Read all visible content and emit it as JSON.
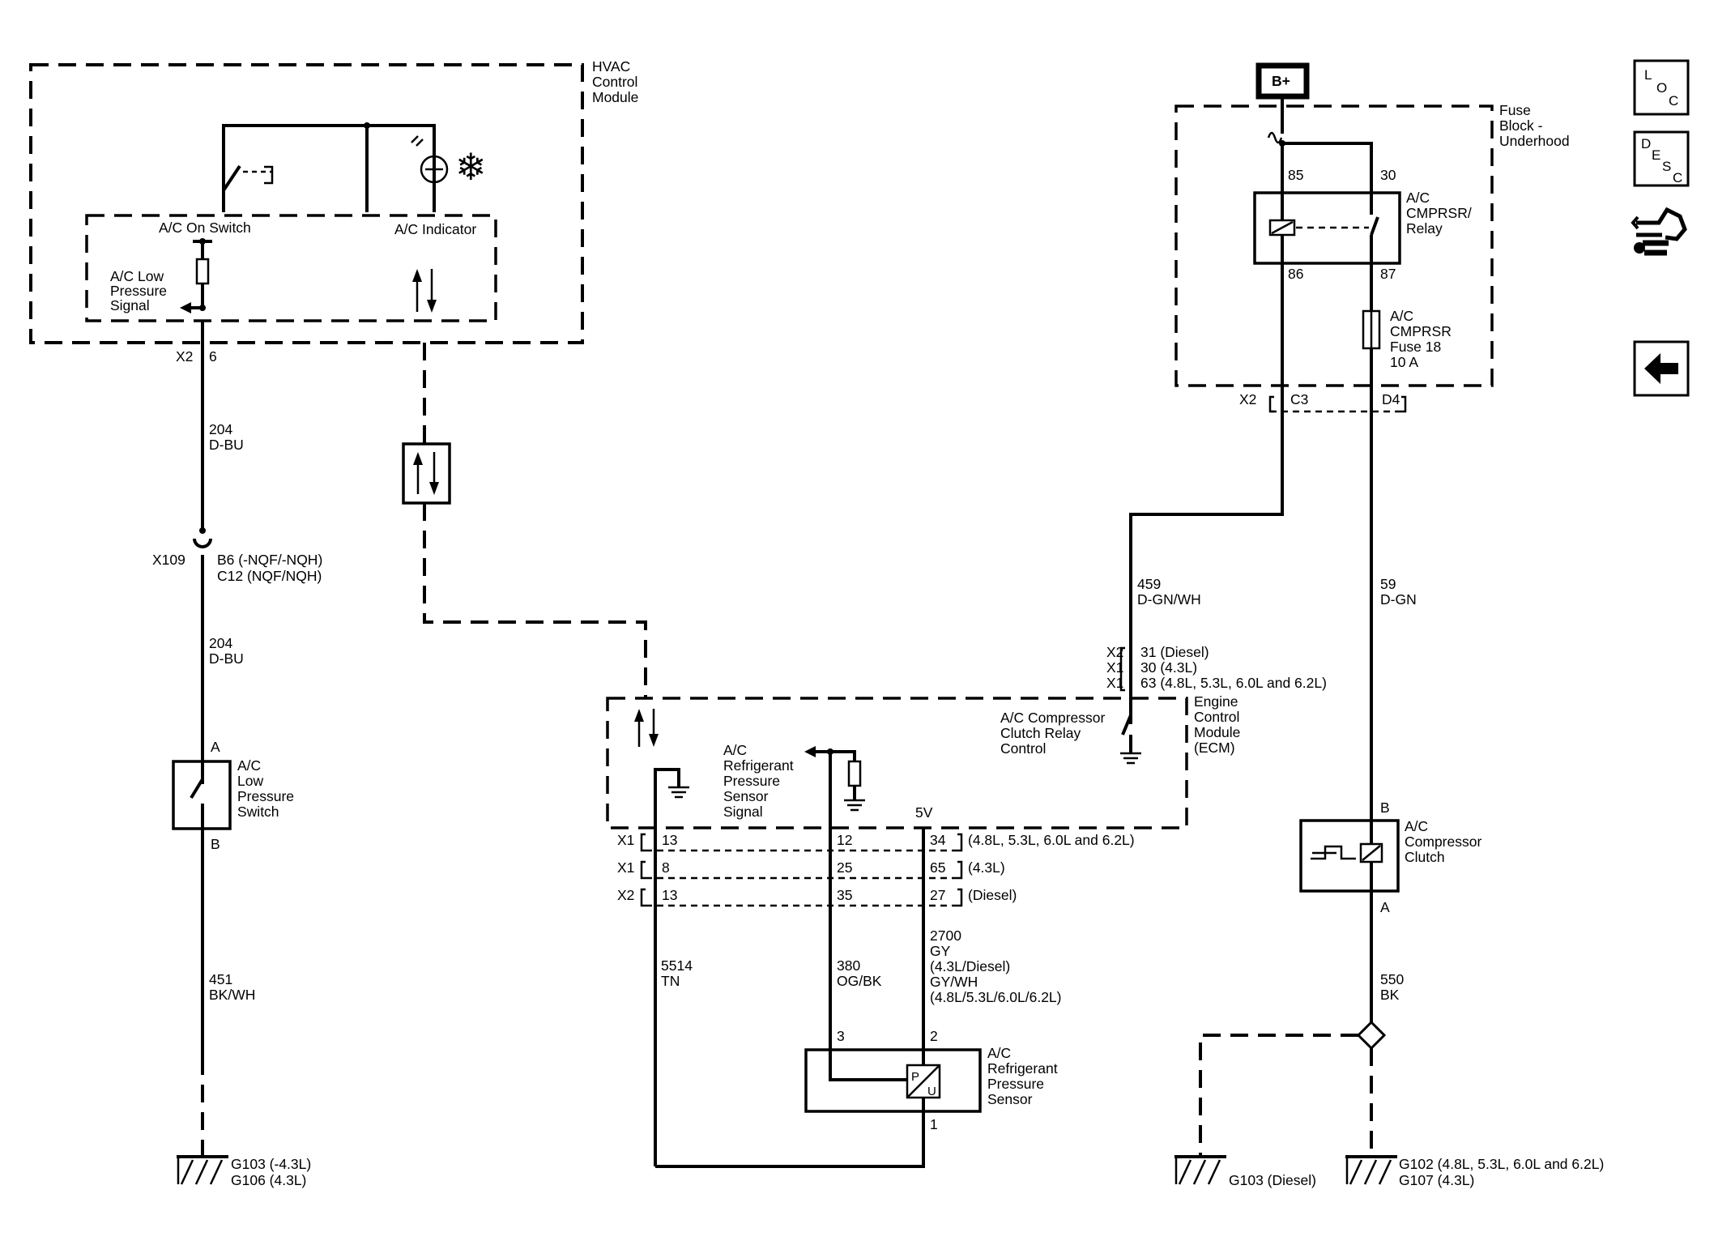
{
  "hvac": {
    "module": [
      "HVAC",
      "Control",
      "Module"
    ],
    "on_switch": "A/C On Switch",
    "indicator": "A/C Indicator",
    "low_signal": [
      "A/C Low",
      "Pressure",
      "Signal"
    ],
    "conn": "X2",
    "pin": "6"
  },
  "w204a": {
    "num": "204",
    "color": "D-BU"
  },
  "x109": {
    "name": "X109",
    "line1": "B6 (-NQF/-NQH)",
    "line2": "C12 (NQF/NQH)"
  },
  "w204b": {
    "num": "204",
    "color": "D-BU"
  },
  "low_switch": {
    "label": [
      "A/C",
      "Low",
      "Pressure",
      "Switch"
    ],
    "pin_a": "A",
    "pin_b": "B"
  },
  "w451": {
    "num": "451",
    "color": "BK/WH"
  },
  "g_left": [
    "G103 (-4.3L)",
    "G106 (4.3L)"
  ],
  "fuse_block": {
    "label": [
      "Fuse",
      "Block -",
      "Underhood"
    ],
    "bplus": "B+",
    "relay": [
      "A/C",
      "CMPRSR/",
      "Relay"
    ],
    "p85": "85",
    "p30": "30",
    "p86": "86",
    "p87": "87",
    "fuse": [
      "A/C",
      "CMPRSR",
      "Fuse 18",
      "10 A"
    ],
    "conn": "X2",
    "c3": "C3",
    "d4": "D4"
  },
  "w459": {
    "num": "459",
    "color": "D-GN/WH"
  },
  "w59": {
    "num": "59",
    "color": "D-GN"
  },
  "ecm_pins": {
    "conns": [
      "X2",
      "X1",
      "X1"
    ],
    "pins": [
      "31 (Diesel)",
      "30 (4.3L)",
      "63 (4.8L, 5.3L, 6.0L and 6.2L)"
    ]
  },
  "ecm": {
    "module": [
      "Engine",
      "Control",
      "Module",
      "(ECM)"
    ],
    "relay_ctrl": [
      "A/C Compressor",
      "Clutch Relay",
      "Control"
    ],
    "sensor_signal": [
      "A/C",
      "Refrigerant",
      "Pressure",
      "Sensor",
      "Signal"
    ],
    "v5": "5V"
  },
  "ecm_rows": [
    {
      "conn": "X1",
      "p1": "13",
      "p2": "12",
      "p3": "34",
      "note": "(4.8L, 5.3L, 6.0L and 6.2L)"
    },
    {
      "conn": "X1",
      "p1": "8",
      "p2": "25",
      "p3": "65",
      "note": "(4.3L)"
    },
    {
      "conn": "X2",
      "p1": "13",
      "p2": "35",
      "p3": "27",
      "note": "(Diesel)"
    }
  ],
  "w5514": {
    "num": "5514",
    "color": "TN"
  },
  "w380": {
    "num": "380",
    "color": "OG/BK"
  },
  "w2700": {
    "lines": [
      "2700",
      "GY",
      "(4.3L/Diesel)",
      "GY/WH",
      "(4.8L/5.3L/6.0L/6.2L)"
    ]
  },
  "sensor": {
    "label": [
      "A/C",
      "Refrigerant",
      "Pressure",
      "Sensor"
    ],
    "p3": "3",
    "p2": "2",
    "p1": "1",
    "letter_p": "P",
    "letter_u": "U"
  },
  "clutch": {
    "label": [
      "A/C",
      "Compressor",
      "Clutch"
    ],
    "pin_b": "B",
    "pin_a": "A"
  },
  "w550": {
    "num": "550",
    "color": "BK"
  },
  "g_mid": "G103 (Diesel)",
  "g_right": [
    "G102 (4.8L, 5.3L, 6.0L and 6.2L)",
    "G107 (4.3L)"
  ],
  "nav": {
    "loc": [
      "L",
      "O",
      "C"
    ],
    "desc": [
      "D",
      "E",
      "S",
      "C"
    ],
    "tool_icon": "connector-tool-icon",
    "back_icon": "back-arrow-icon"
  }
}
